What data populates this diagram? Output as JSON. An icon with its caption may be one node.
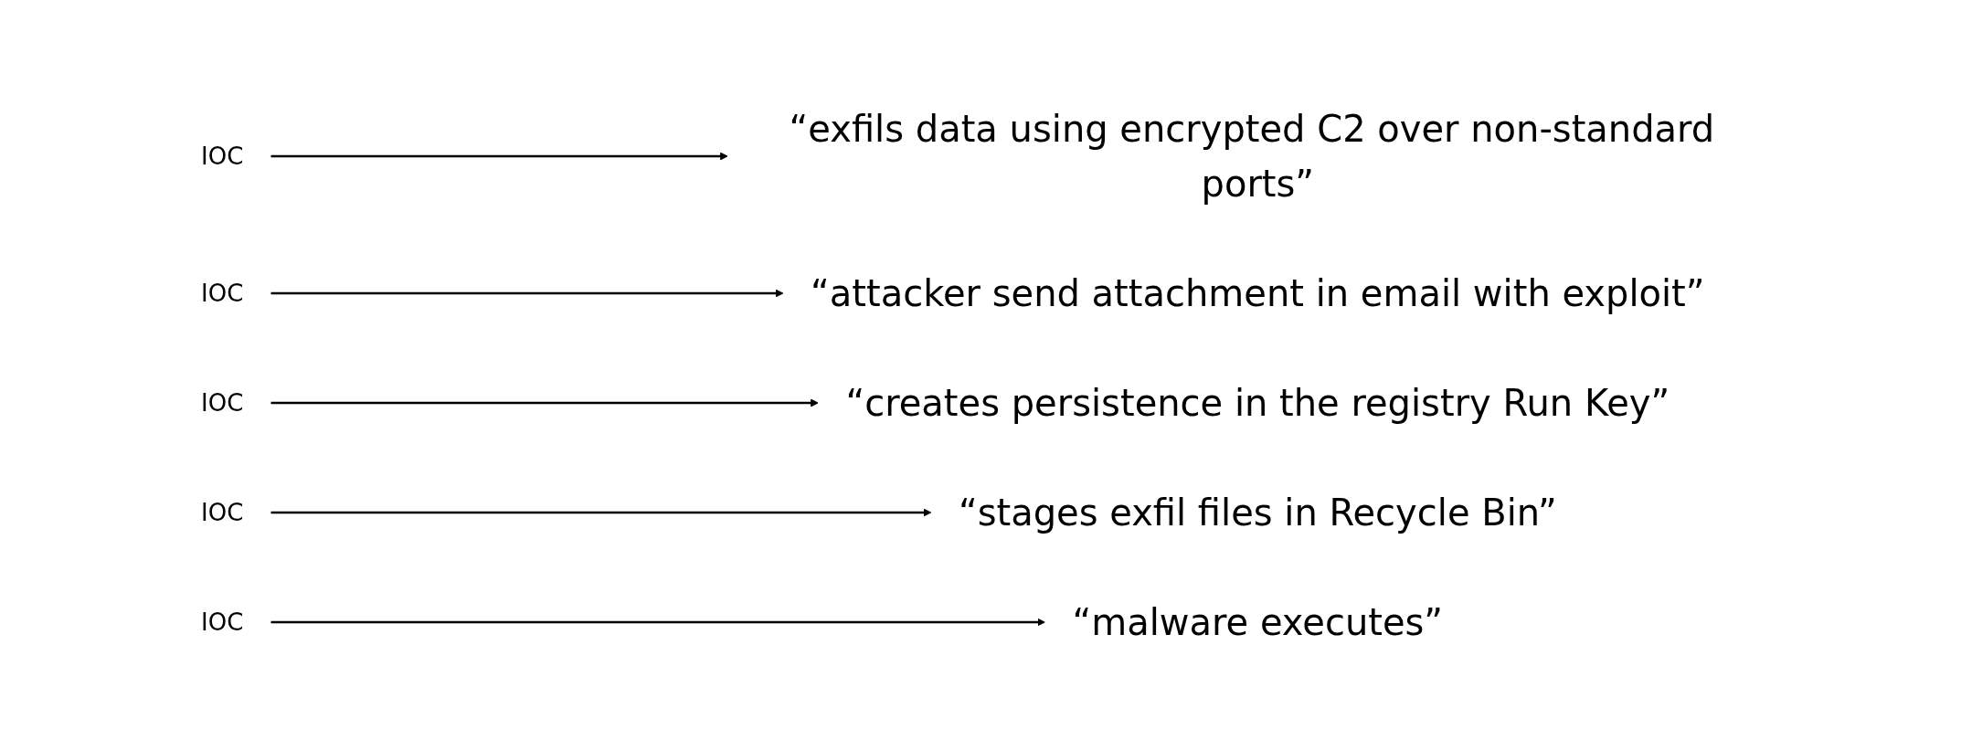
{
  "diagram": {
    "nodes": [
      {
        "text": [
          "IOC"
        ]
      },
      {
        "text": [
          "IOC"
        ]
      },
      {
        "text": [
          "IOC"
        ]
      },
      {
        "text": [
          "IOC"
        ]
      },
      {
        "text": [
          "IOC"
        ]
      },
      {
        "text": [
          "“attacker send attachment in email with exploit”"
        ]
      },
      {
        "text": [
          "“malware executes”"
        ]
      },
      {
        "text": [
          "“creates persistence in the registry Run Key”"
        ]
      },
      {
        "text": [
          "“stages exfil files in Recycle Bin”"
        ]
      },
      {
        "text": [
          "“exfils data using encrypted C2 over non-standard ports”"
        ]
      }
    ],
    "edges": [
      {
        "from": 0,
        "to": 9,
        "arrow": "to"
      },
      {
        "from": 1,
        "to": 5,
        "arrow": "to"
      },
      {
        "from": 2,
        "to": 7,
        "arrow": "to"
      },
      {
        "from": 3,
        "to": 8,
        "arrow": "to"
      },
      {
        "from": 4,
        "to": 6,
        "arrow": "to"
      }
    ]
  }
}
